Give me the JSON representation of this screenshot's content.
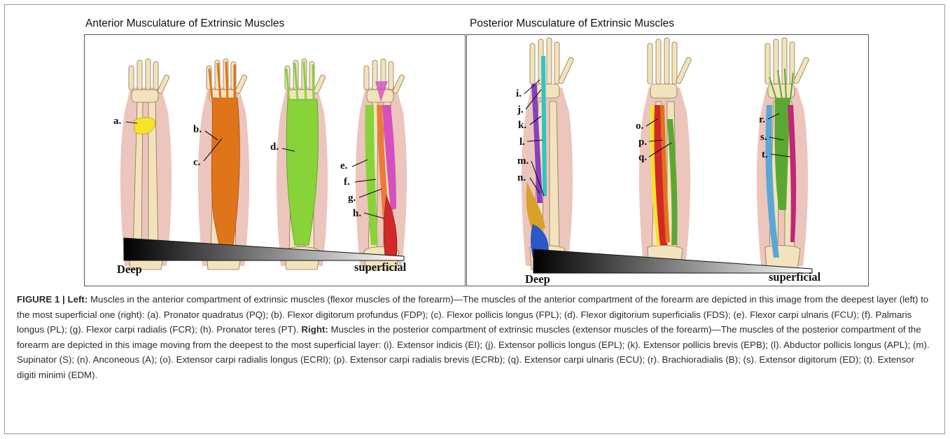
{
  "panels": {
    "left": {
      "title": "Anterior Musculature of Extrinsic Muscles",
      "labels": [
        "a.",
        "b.",
        "c.",
        "d.",
        "e.",
        "f.",
        "g.",
        "h."
      ],
      "gradient": {
        "start": "Deep",
        "end": "superficial"
      }
    },
    "right": {
      "title": "Posterior Musculature of Extrinsic Muscles",
      "labels": [
        "i.",
        "j.",
        "k.",
        "l.",
        "m.",
        "n.",
        "o.",
        "p.",
        "q.",
        "r.",
        "s.",
        "t."
      ],
      "gradient": {
        "start": "Deep",
        "end": "superficial"
      }
    }
  },
  "caption": {
    "figure_label": "FIGURE 1 |",
    "left_label": "Left:",
    "left_text": "Muscles in the anterior compartment of extrinsic muscles (flexor muscles of the forearm)—The muscles of the anterior compartment of the forearm are depicted in this image from the deepest layer (left) to the most superficial one (right): (a). Pronator quadratus (PQ); (b). Flexor digitorum profundus (FDP); (c). Flexor pollicis longus (FPL); (d). Flexor digitorium superficialis (FDS); (e). Flexor carpi ulnaris (FCU); (f). Palmaris longus (PL); (g). Flexor carpi radialis (FCR); (h). Pronator teres (PT).",
    "right_label": "Right:",
    "right_text": "Muscles in the posterior compartment of extrinsic muscles (extensor muscles of the forearm)—The muscles of the posterior compartment of the forearm are depicted in this image moving from the deepest to the most superficial layer: (i). Extensor indicis (EI); (j). Extensor pollicis longus (EPL); (k). Extensor pollicis brevis (EPB); (l). Abductor pollicis longus (APL); (m). Supinator (S); (n). Anconeous (A); (o). Extensor carpi radialis longus (ECRl); (p). Extensor carpi radialis brevis (ECRb); (q). Extensor carpi ulnaris (ECU); (r). Brachioradialis (B); (s). Extensor digitorum (ED); (t). Extensor digiti minimi (EDM)."
  },
  "colors": {
    "skin": "#e6b2a6",
    "bone": "#f3e3bd",
    "bone_outline": "#8a7550",
    "pq_yellow": "#f6e32a",
    "fdp_orange": "#e0741a",
    "fds_green": "#88d33a",
    "pt_red": "#d42828",
    "fcr_orange": "#ee7a3a",
    "pl_magenta": "#d54fbf",
    "ei_teal": "#35c2c0",
    "apl_purple": "#8a3fc0",
    "supinator_amber": "#d9a12a",
    "anconeus_blue": "#2a57c9",
    "ecu_green": "#5aa832",
    "brachioradialis_blue": "#5aa7d6",
    "edm_magenta": "#c0267a"
  }
}
